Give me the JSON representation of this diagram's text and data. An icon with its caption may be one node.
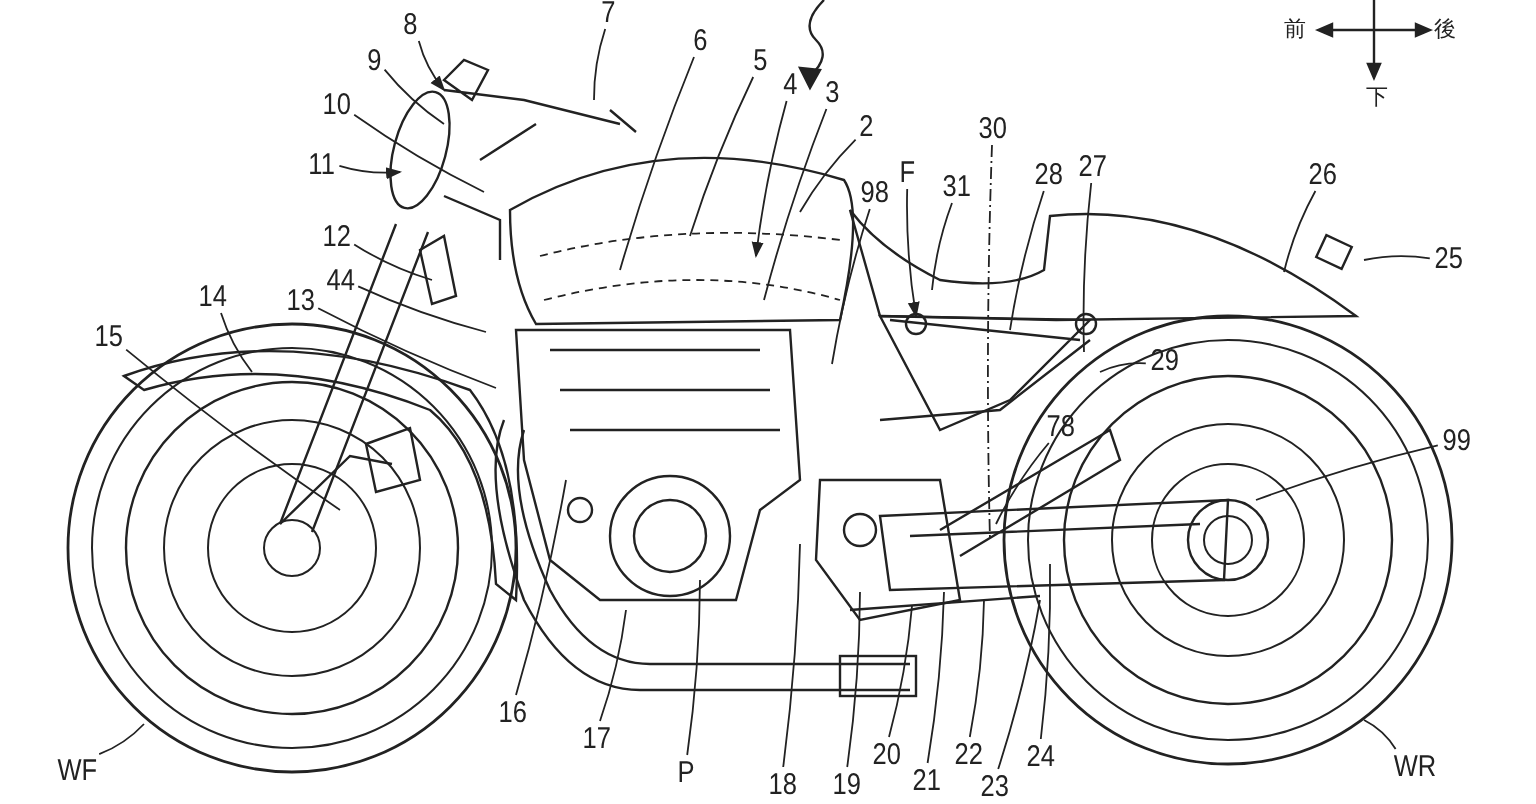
{
  "diagram": {
    "nodes": [
      {
        "text": [
          "7"
        ]
      },
      {
        "text": [
          "8"
        ]
      },
      {
        "text": [
          "6"
        ]
      },
      {
        "text": [
          "9"
        ]
      },
      {
        "text": [
          "5"
        ]
      },
      {
        "text": [
          "4"
        ]
      },
      {
        "text": [
          "3"
        ]
      },
      {
        "text": [
          "10"
        ]
      },
      {
        "text": [
          "2"
        ]
      },
      {
        "text": [
          "30"
        ]
      },
      {
        "text": [
          "11"
        ]
      },
      {
        "text": [
          "F"
        ]
      },
      {
        "text": [
          "27"
        ]
      },
      {
        "text": [
          "26"
        ]
      },
      {
        "text": [
          "28"
        ]
      },
      {
        "text": [
          "31"
        ]
      },
      {
        "text": [
          "98"
        ]
      },
      {
        "text": [
          "12"
        ]
      },
      {
        "text": [
          "25"
        ]
      },
      {
        "text": [
          "44"
        ]
      },
      {
        "text": [
          "14"
        ]
      },
      {
        "text": [
          "13"
        ]
      },
      {
        "text": [
          "15"
        ]
      },
      {
        "text": [
          "29"
        ]
      },
      {
        "text": [
          "78"
        ]
      },
      {
        "text": [
          "99"
        ]
      },
      {
        "text": [
          "16"
        ]
      },
      {
        "text": [
          "20"
        ]
      },
      {
        "text": [
          "22"
        ]
      },
      {
        "text": [
          "24"
        ]
      },
      {
        "text": [
          "17"
        ]
      },
      {
        "text": [
          "21"
        ]
      },
      {
        "text": [
          "WR"
        ]
      },
      {
        "text": [
          "WF"
        ]
      },
      {
        "text": [
          "P"
        ]
      },
      {
        "text": [
          "18"
        ]
      },
      {
        "text": [
          "19"
        ]
      },
      {
        "text": [
          "23"
        ]
      }
    ],
    "edges": [
      {
        "from": 0,
        "to": null,
        "arrow": "none"
      },
      {
        "from": 1,
        "to": null,
        "arrow": "to"
      },
      {
        "from": 2,
        "to": null,
        "arrow": "none"
      },
      {
        "from": 3,
        "to": null,
        "arrow": "none"
      },
      {
        "from": 4,
        "to": null,
        "arrow": "none"
      },
      {
        "from": 5,
        "to": null,
        "arrow": "to"
      },
      {
        "from": 6,
        "to": null,
        "arrow": "none"
      },
      {
        "from": 7,
        "to": null,
        "arrow": "none"
      },
      {
        "from": 8,
        "to": null,
        "arrow": "none"
      },
      {
        "from": 9,
        "to": null,
        "arrow": "none",
        "style": "dashed"
      },
      {
        "from": 10,
        "to": null,
        "arrow": "to"
      },
      {
        "from": 11,
        "to": null,
        "arrow": "to"
      },
      {
        "from": 12,
        "to": null,
        "arrow": "none"
      },
      {
        "from": 13,
        "to": null,
        "arrow": "none"
      },
      {
        "from": 14,
        "to": null,
        "arrow": "none"
      },
      {
        "from": 15,
        "to": null,
        "arrow": "none"
      },
      {
        "from": 16,
        "to": null,
        "arrow": "none"
      },
      {
        "from": 17,
        "to": null,
        "arrow": "none"
      },
      {
        "from": 18,
        "to": null,
        "arrow": "none"
      },
      {
        "from": 19,
        "to": null,
        "arrow": "none"
      },
      {
        "from": 20,
        "to": null,
        "arrow": "none"
      },
      {
        "from": 21,
        "to": null,
        "arrow": "none"
      },
      {
        "from": 22,
        "to": null,
        "arrow": "none"
      },
      {
        "from": 23,
        "to": null,
        "arrow": "none"
      },
      {
        "from": 24,
        "to": null,
        "arrow": "none"
      },
      {
        "from": 25,
        "to": null,
        "arrow": "none"
      },
      {
        "from": 26,
        "to": null,
        "arrow": "none"
      },
      {
        "from": 27,
        "to": null,
        "arrow": "none"
      },
      {
        "from": 28,
        "to": null,
        "arrow": "none"
      },
      {
        "from": 29,
        "to": null,
        "arrow": "none"
      },
      {
        "from": 30,
        "to": null,
        "arrow": "none"
      },
      {
        "from": 31,
        "to": null,
        "arrow": "none"
      },
      {
        "from": 32,
        "to": null,
        "arrow": "none"
      },
      {
        "from": 33,
        "to": null,
        "arrow": "none"
      },
      {
        "from": 34,
        "to": null,
        "arrow": "none"
      },
      {
        "from": 35,
        "to": null,
        "arrow": "none"
      },
      {
        "from": 36,
        "to": null,
        "arrow": "none"
      },
      {
        "from": 37,
        "to": null,
        "arrow": "none"
      }
    ],
    "labels": [
      "前",
      "後",
      "下"
    ]
  }
}
